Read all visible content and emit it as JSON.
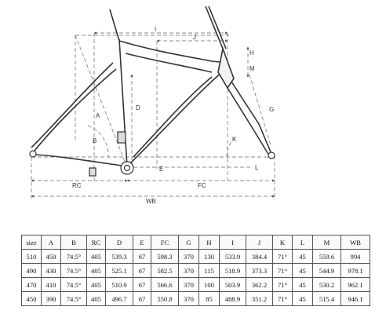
{
  "diagram": {
    "dimension_labels": {
      "A": "A",
      "B": "B",
      "RC": "RC",
      "D": "D",
      "E": "E",
      "FC": "FC",
      "G": "G",
      "H": "H",
      "I": "I",
      "J": "J",
      "K": "K",
      "L": "L",
      "M": "M",
      "WB": "WB"
    }
  },
  "table": {
    "headers": [
      "size",
      "A",
      "B",
      "RC",
      "D",
      "E",
      "FC",
      "G",
      "H",
      "I",
      "J",
      "K",
      "L",
      "M",
      "WB"
    ],
    "rows": [
      [
        "510",
        "450",
        "74.5°",
        "405",
        "539.3",
        "67",
        "598.3",
        "370",
        "130",
        "533.9",
        "384.4",
        "71°",
        "45",
        "559.6",
        "994"
      ],
      [
        "490",
        "430",
        "74.5°",
        "405",
        "525.1",
        "67",
        "582.5",
        "370",
        "115",
        "518.9",
        "373.3",
        "71°",
        "45",
        "544.9",
        "978.1"
      ],
      [
        "470",
        "410",
        "74.5°",
        "405",
        "510.9",
        "67",
        "566.6",
        "370",
        "100",
        "503.9",
        "362.2",
        "71°",
        "45",
        "530.2",
        "962.1"
      ],
      [
        "450",
        "390",
        "74.5°",
        "405",
        "496.7",
        "67",
        "550.8",
        "370",
        "85",
        "488.9",
        "351.2",
        "71°",
        "45",
        "515.4",
        "946.1"
      ]
    ]
  }
}
